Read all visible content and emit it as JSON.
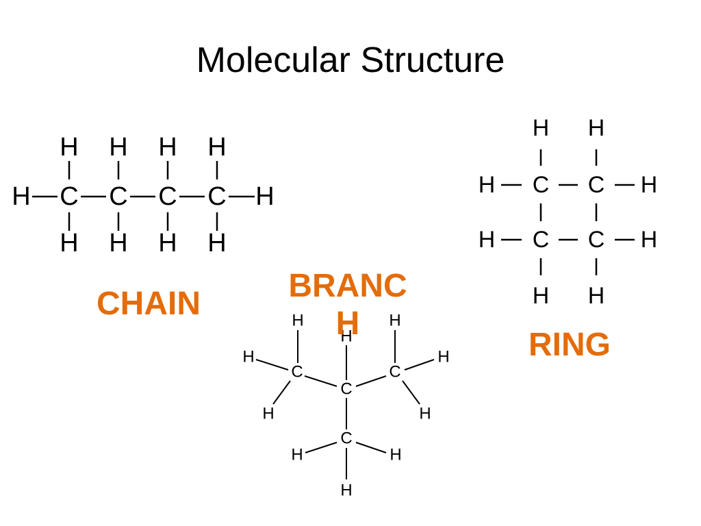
{
  "title": "Molecular Structure",
  "colors": {
    "label": "#e46c0a",
    "atoms": "#000000"
  },
  "atoms": {
    "carbon": "C",
    "hydrogen": "H"
  },
  "labels": {
    "chain": "CHAIN",
    "branch_line1": "BRANC",
    "branch_line2": "H",
    "ring": "RING"
  }
}
